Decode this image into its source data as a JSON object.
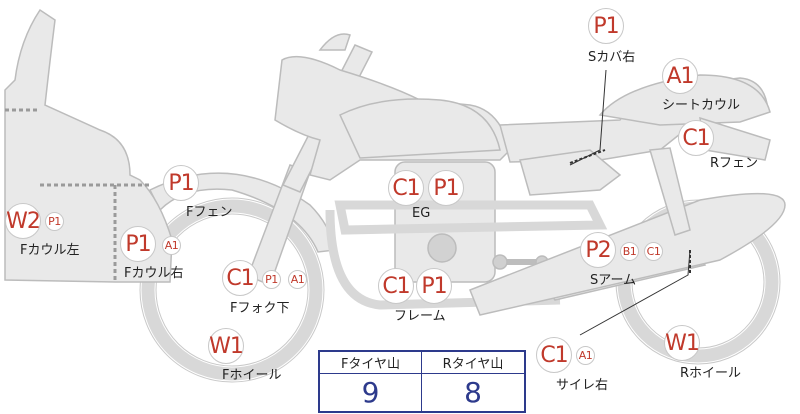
{
  "parts": {
    "s_cover_right": {
      "codes": [
        "P1"
      ],
      "label": "Sカバ右"
    },
    "seat_cowl": {
      "codes": [
        "A1"
      ],
      "label": "シートカウル"
    },
    "r_fender": {
      "codes": [
        "C1"
      ],
      "label": "Rフェン"
    },
    "f_fender": {
      "codes": [
        "P1"
      ],
      "label": "Fフェン"
    },
    "engine": {
      "codes": [
        "C1",
        "P1"
      ],
      "label": "EG"
    },
    "f_cowl_left": {
      "codes": [
        "W2",
        "P1"
      ],
      "label": "Fカウル左"
    },
    "f_cowl_right": {
      "codes": [
        "P1",
        "A1"
      ],
      "label": "Fカウル右"
    },
    "f_fork_lower": {
      "codes": [
        "C1",
        "P1",
        "A1"
      ],
      "label": "Fフォク下"
    },
    "frame": {
      "codes": [
        "C1",
        "P1"
      ],
      "label": "フレーム"
    },
    "swingarm": {
      "codes": [
        "P2",
        "B1",
        "C1"
      ],
      "label": "Sアーム"
    },
    "muffler_right": {
      "codes": [
        "C1",
        "A1"
      ],
      "label": "サイレ右"
    },
    "f_wheel": {
      "codes": [
        "W1"
      ],
      "label": "Fホイール"
    },
    "r_wheel": {
      "codes": [
        "W1"
      ],
      "label": "Rホイール"
    }
  },
  "tread_table": {
    "front_header": "Fタイヤ山",
    "rear_header": "Rタイヤ山",
    "front_value": "9",
    "rear_value": "8",
    "border_color": "#2d3a8c"
  },
  "colors": {
    "body_fill": "#e9e9e9",
    "outline": "#bcbcbc",
    "code_text": "#c0392b"
  }
}
